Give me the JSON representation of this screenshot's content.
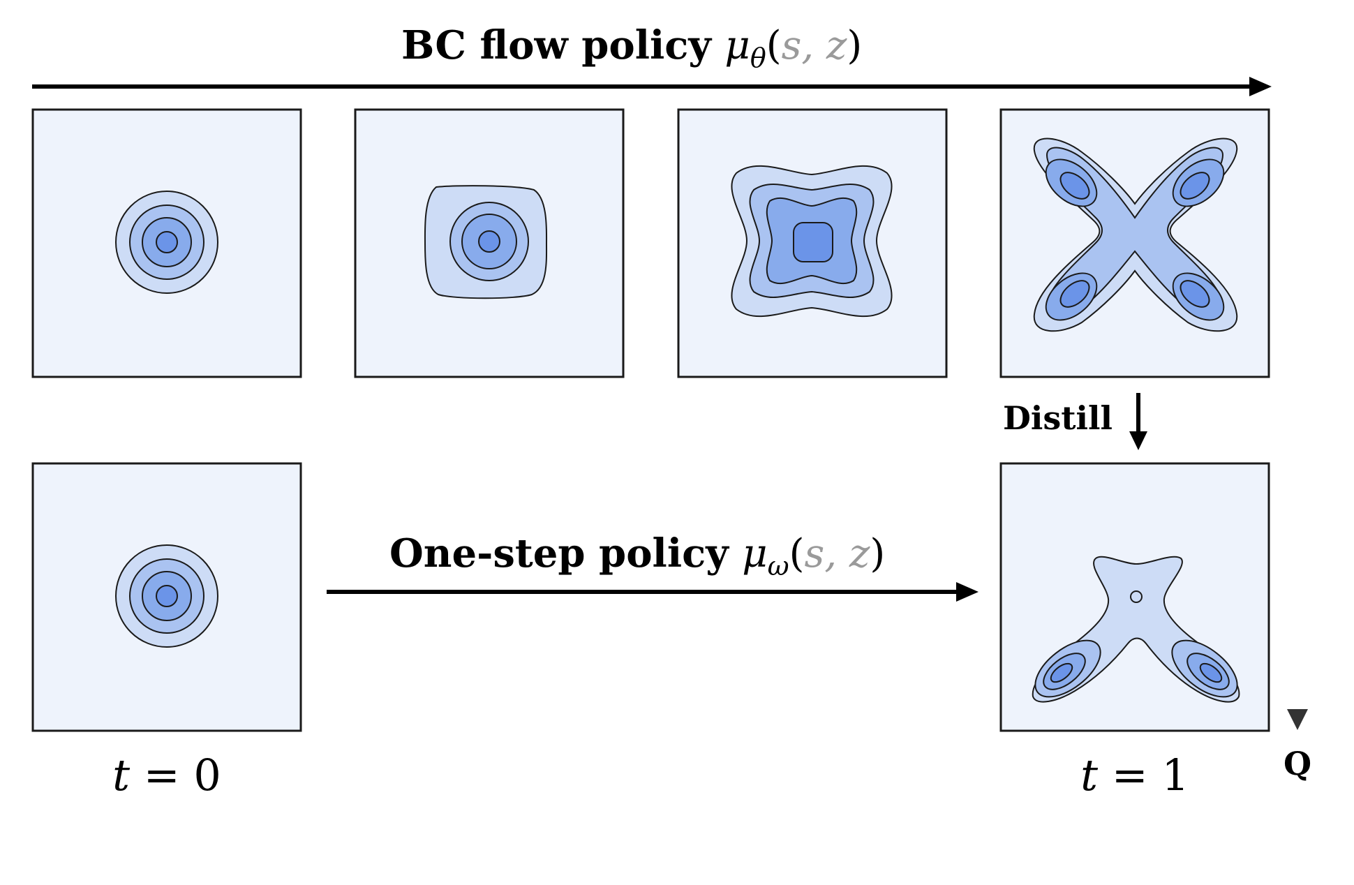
{
  "top_arrow": {
    "label_prefix": "BC flow policy ",
    "label_mu": "μ",
    "label_sub": "θ",
    "label_open": "(",
    "label_args": "s, z",
    "label_close": ")"
  },
  "bottom_arrow": {
    "label_prefix": "One-step policy ",
    "label_mu": "μ",
    "label_sub": "ω",
    "label_open": "(",
    "label_args": "s, z",
    "label_close": ")"
  },
  "distill": {
    "label": "Distill"
  },
  "q_arrow": {
    "label": "Q"
  },
  "time_labels": {
    "start_var": "t",
    "start_eq": " = 0",
    "end_var": "t",
    "end_eq": " = 1"
  },
  "colors": {
    "panel_background": "#eef3fc",
    "contour_levels": [
      "#cddcf6",
      "#aac3f1",
      "#88abec",
      "#6b94e8"
    ],
    "outline": "#1a1a1a"
  }
}
